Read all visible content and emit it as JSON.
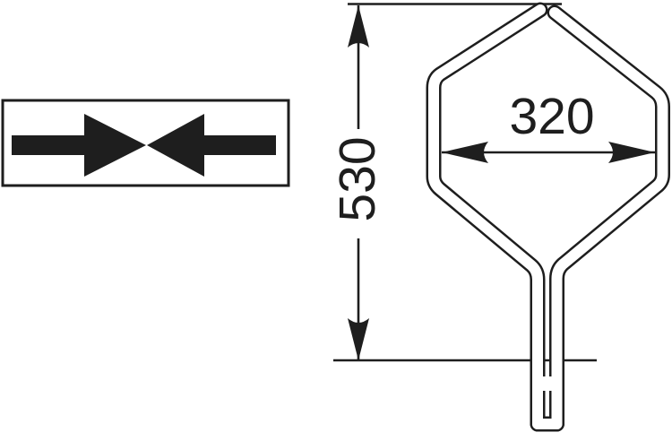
{
  "canvas": {
    "background": "#ffffff",
    "ink": "#1e1e1e"
  },
  "symbol_panel": {
    "icon": "opposing-arrows-icon",
    "description": "two solid arrows pointing tip-to-tip inside a rectangular frame"
  },
  "figure": {
    "part": "hexagonal-loop-tool-outline",
    "dimensions": {
      "height": {
        "label": "530",
        "orientation": "vertical"
      },
      "width": {
        "label": "320",
        "orientation": "horizontal"
      }
    }
  }
}
